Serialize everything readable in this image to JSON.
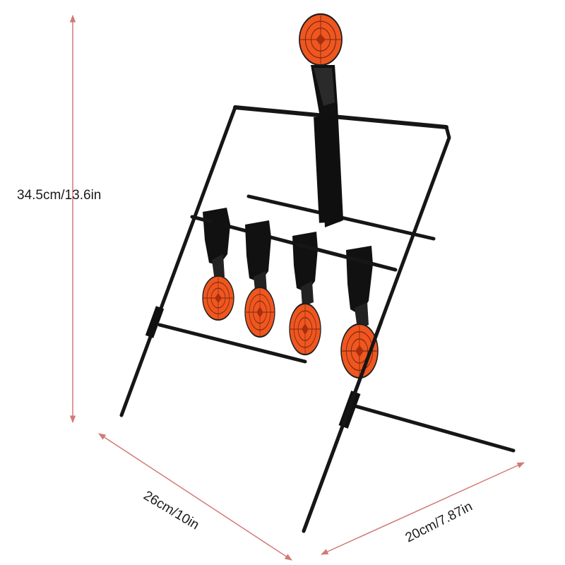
{
  "product": {
    "colors": {
      "frame": "#161616",
      "plate": "#111111",
      "target_face": "#f0561f",
      "target_rim": "#1e1e1e",
      "dimension_line": "#d07a78"
    }
  },
  "dimensions": {
    "height": "34.5cm/13.6in",
    "width": "26cm/10in",
    "depth": "20cm/7.87in"
  }
}
